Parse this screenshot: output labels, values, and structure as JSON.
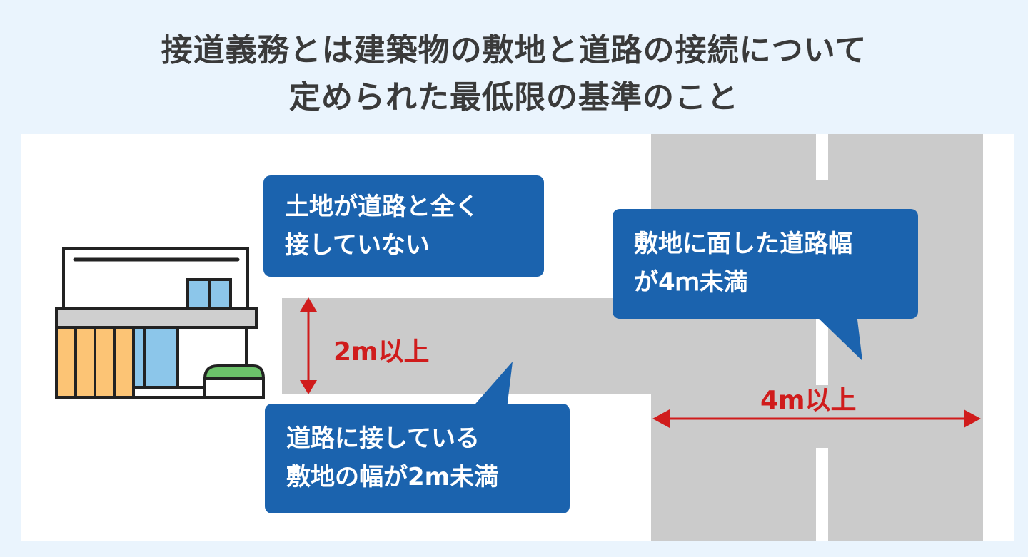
{
  "title": {
    "line1": "接道義務とは建築物の敷地と道路の接続について",
    "line2": "定められた最低限の基準のこと"
  },
  "bubbles": {
    "no_contact": {
      "line1": "土地が道路と全く",
      "line2": "接していない"
    },
    "road_width": {
      "line1": "敷地に面した道路幅",
      "line2": "が4ｍ未満"
    },
    "frontage": {
      "line1": "道路に接している",
      "line2": "敷地の幅が2m未満"
    }
  },
  "dimensions": {
    "frontage": "2m以上",
    "road": "4m以上"
  },
  "colors": {
    "bubble": "#1b63ae",
    "arrow": "#d01c1c",
    "road": "#cbcbcb"
  }
}
